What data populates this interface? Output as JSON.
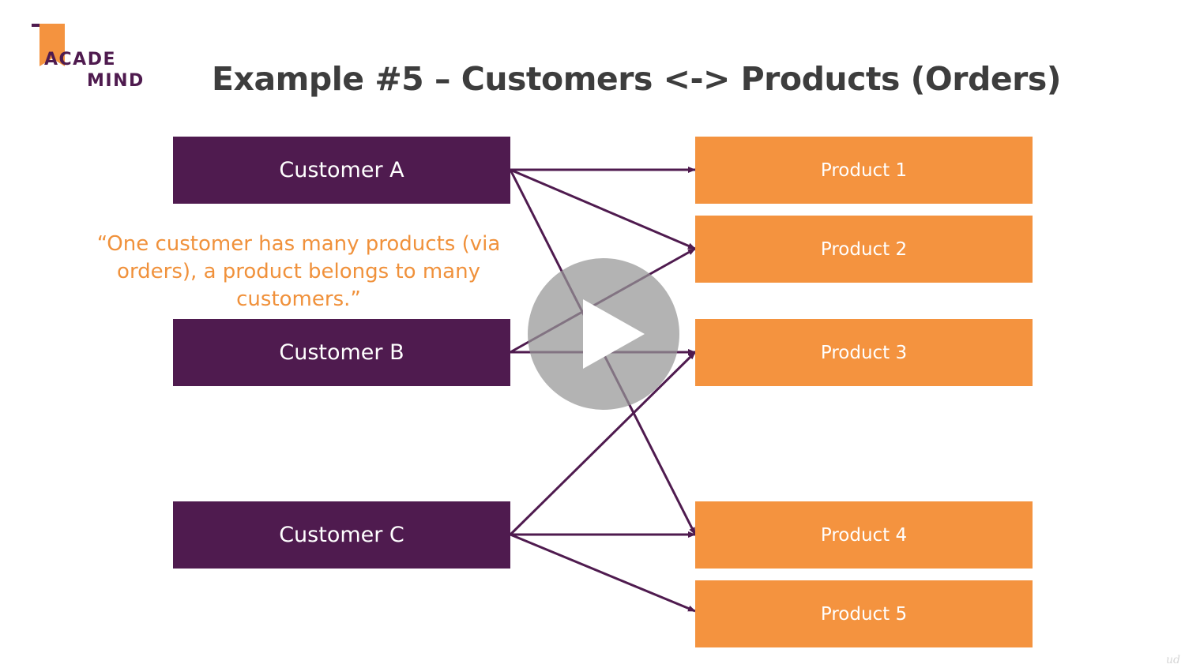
{
  "slide": {
    "title": "Example #5 – Customers <-> Products (Orders)",
    "quote": "“One customer has many products (via orders), a product belongs to many customers.”"
  },
  "logo": {
    "line1": "ACADE",
    "line2": "MIND"
  },
  "customers": [
    {
      "label": "Customer A"
    },
    {
      "label": "Customer B"
    },
    {
      "label": "Customer C"
    }
  ],
  "products": [
    {
      "label": "Product 1"
    },
    {
      "label": "Product 2"
    },
    {
      "label": "Product 3"
    },
    {
      "label": "Product 4"
    },
    {
      "label": "Product 5"
    }
  ],
  "relations": [
    [
      "Customer A",
      "Product 1"
    ],
    [
      "Customer A",
      "Product 2"
    ],
    [
      "Customer A",
      "Product 4"
    ],
    [
      "Customer B",
      "Product 2"
    ],
    [
      "Customer B",
      "Product 3"
    ],
    [
      "Customer C",
      "Product 3"
    ],
    [
      "Customer C",
      "Product 4"
    ],
    [
      "Customer C",
      "Product 5"
    ]
  ],
  "colors": {
    "customer": "#4f1b4f",
    "product": "#f4933f",
    "quote": "#f0913b",
    "title": "#3d3d3d"
  },
  "icons": {
    "play": "play-icon",
    "logo": "academind-logo"
  }
}
